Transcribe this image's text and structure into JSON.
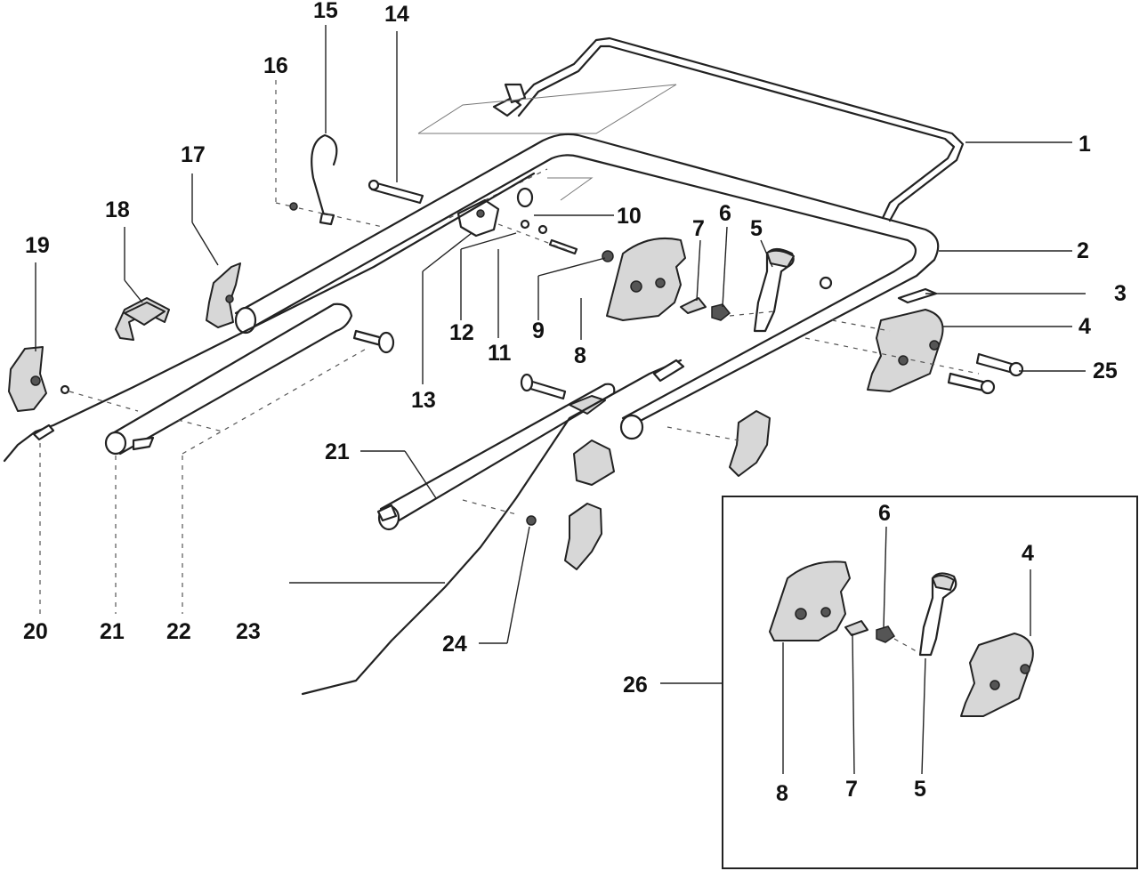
{
  "callouts": {
    "c1": "1",
    "c2": "2",
    "c3": "3",
    "c4": "4",
    "c5": "5",
    "c6": "6",
    "c7": "7",
    "c8": "8",
    "c9": "9",
    "c10": "10",
    "c11": "11",
    "c12": "12",
    "c13": "13",
    "c14": "14",
    "c15": "15",
    "c16": "16",
    "c17": "17",
    "c18": "18",
    "c19": "19",
    "c20": "20",
    "c21a": "21",
    "c21b": "21",
    "c22": "22",
    "c23": "23",
    "c24": "24",
    "c25": "25",
    "c26": "26",
    "inset_c4": "4",
    "inset_c5": "5",
    "inset_c6": "6",
    "inset_c7": "7",
    "inset_c8": "8"
  }
}
